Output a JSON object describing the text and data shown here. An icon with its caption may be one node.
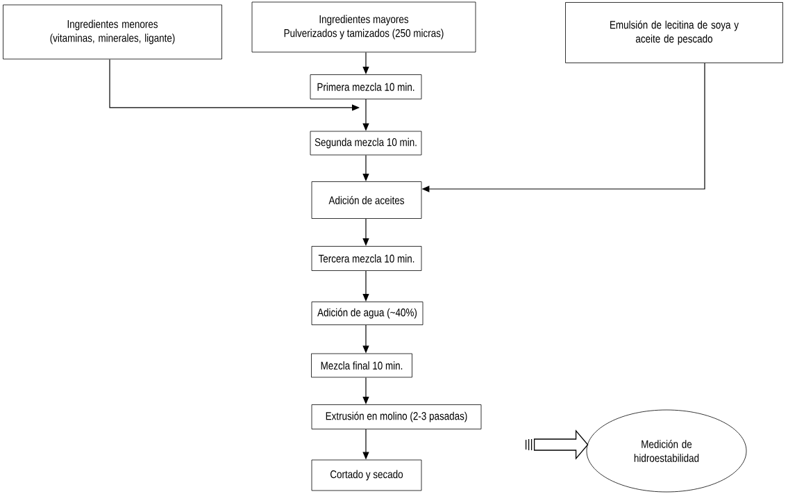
{
  "diagram": {
    "nodes": [
      {
        "text": [
          "Ingredientes menores (vitaminas, minerales, ligante)"
        ]
      },
      {
        "text": [
          "Ingredientes mayores",
          "Pulverizados y tamizados (250 micras)"
        ]
      },
      {
        "text": [
          "Emulsión de lecitina de soya y aceite de pescado"
        ]
      },
      {
        "text": [
          "Primera mezcla 10 min."
        ]
      },
      {
        "text": [
          "Segunda mezcla 10 min."
        ]
      },
      {
        "text": [
          "Adición de aceites"
        ]
      },
      {
        "text": [
          "Tercera mezcla 10 min."
        ]
      },
      {
        "text": [
          "Adición de agua (~40%)"
        ]
      },
      {
        "text": [
          "Mezcla final 10 min."
        ]
      },
      {
        "text": [
          "Extrusión en molino (2-3 pasadas)"
        ]
      },
      {
        "text": [
          "Cortado y secado"
        ]
      },
      {
        "text": [
          "Medición de hidroestabilidad"
        ]
      }
    ],
    "edges": [
      {
        "from": 0,
        "to": 3,
        "arrow": "to"
      },
      {
        "from": 1,
        "to": 3,
        "arrow": "to"
      },
      {
        "from": 3,
        "to": 4,
        "arrow": "to"
      },
      {
        "from": 2,
        "to": 5,
        "arrow": "to"
      },
      {
        "from": 4,
        "to": 5,
        "arrow": "to"
      },
      {
        "from": 5,
        "to": 6,
        "arrow": "to"
      },
      {
        "from": 6,
        "to": 7,
        "arrow": "to"
      },
      {
        "from": 7,
        "to": 8,
        "arrow": "to"
      },
      {
        "from": 8,
        "to": 9,
        "arrow": "to"
      },
      {
        "from": 9,
        "to": 10,
        "arrow": "to"
      },
      {
        "from": null,
        "to": 11,
        "arrow": "to",
        "style": "thick"
      }
    ]
  }
}
